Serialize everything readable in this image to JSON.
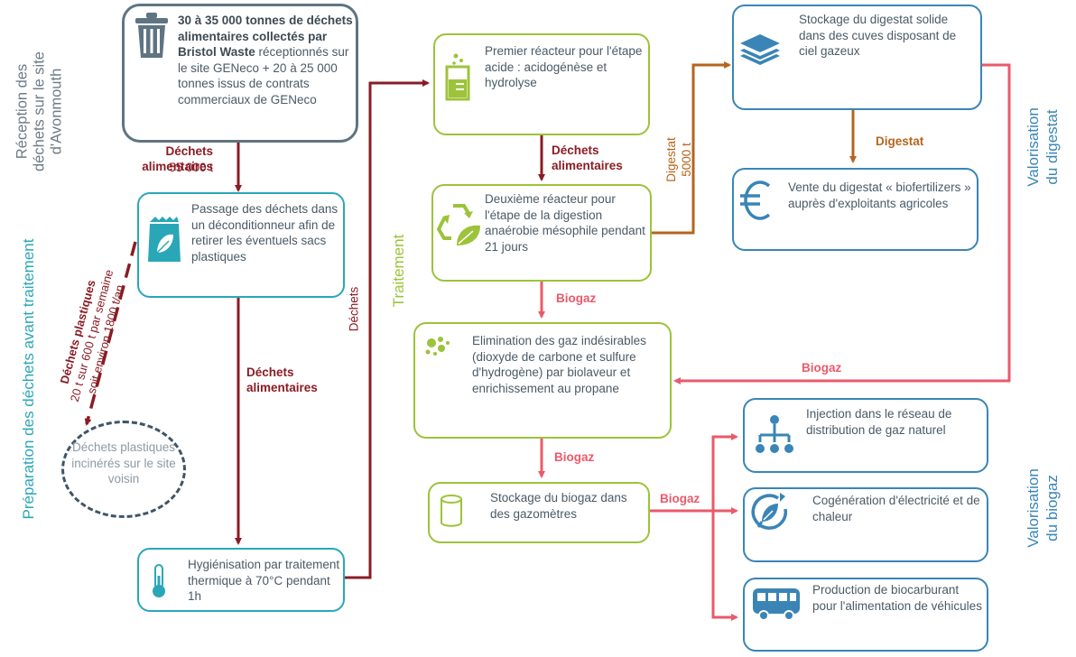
{
  "sections": {
    "reception": "Réception des déchets sur le site d'Avonmouth",
    "preparation": "Préparation des déchets avant traitement",
    "traitement": "Traitement",
    "valorisation_digestat": "Valorisation du digestat",
    "valorisation_biogaz": "Valorisation du biogaz"
  },
  "boxes": {
    "reception_bold": "30 à 35 000 tonnes de déchets alimentaires collectés par Bristol Waste",
    "reception_text": "réceptionnés sur le site GENeco + 20 à 25 000 tonnes issus de contrats commerciaux de GENeco",
    "deconditionneur": "Passage des déchets dans un déconditionneur afin de retirer les éventuels sacs plastiques",
    "plastiques_incineres": "Déchets plastiques incinérés sur le site voisin",
    "hygienisation": "Hygiénisation par traitement thermique à 70°C pendant 1h",
    "reacteur1": "Premier réacteur pour l'étape acide : acidogénèse et hydrolyse",
    "reacteur2": "Deuxième réacteur pour l'étape de la digestion anaérobie mésophile pendant 21 jours",
    "elimination": "Elimination des gaz indésirables (dioxyde de carbone et sulfure d'hydrogène) par biolaveur et enrichissement au propane",
    "stockage_biogaz": "Stockage du biogaz dans des gazomètres",
    "stockage_digestat": "Stockage du digestat solide dans des cuves disposant de ciel gazeux",
    "vente_digestat": "Vente du digestat « biofertilizers » auprès d'exploitants agricoles",
    "injection": "Injection dans le réseau de distribution de gaz naturel",
    "cogeneration": "Cogénération d'électricité et de chaleur",
    "biocarburant": "Production de biocarburant pour l'alimentation de véhicules"
  },
  "labels": {
    "dechets_alim_1": "Déchets alimentaires",
    "dechets_alim_1_qty": "55 000 t",
    "dechets_alim_2": "Déchets alimentaires",
    "dechets": "Déchets",
    "dechets_alim_3": "Déchets alimentaires",
    "plastiques_1": "Déchets plastiques",
    "plastiques_2": "20 t sur 600 t par semaine",
    "plastiques_3": "soit environ 1800 t/an",
    "digestat_flow": "Digestat",
    "digestat_flow_qty": "5000 t",
    "digestat_down": "Digestat",
    "biogaz_1": "Biogaz",
    "biogaz_2": "Biogaz",
    "biogaz_3": "Biogaz",
    "biogaz_4": "Biogaz"
  },
  "icons": {
    "reception": "trash-bin-icon",
    "deconditionneur": "leaf-bag-icon",
    "hygienisation": "thermometer-icon",
    "reacteur1": "beaker-icon",
    "reacteur2": "recycle-leaf-icon",
    "elimination": "bubbles-icon",
    "stockage_biogaz": "cylinder-tank-icon",
    "stockage_digestat": "layers-icon",
    "vente_digestat": "euro-icon",
    "injection": "network-icon",
    "cogeneration": "plug-leaf-icon",
    "biocarburant": "bus-icon"
  },
  "colors": {
    "dark_red": "#8a1c24",
    "pink": "#ea5a6a",
    "brown": "#b5651d",
    "teal": "#2aa7b7",
    "green": "#9cc33a",
    "blue": "#3a85b5",
    "slate": "#5f7482"
  }
}
